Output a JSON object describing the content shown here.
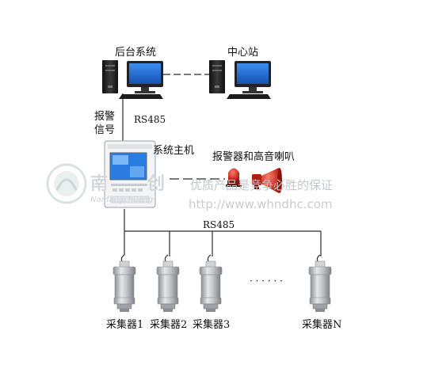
{
  "labels": {
    "backend_system": "后台系统",
    "center_station": "中心站",
    "alarm_signal": "报警信号",
    "rs485_top": "RS485",
    "system_host": "系统主机",
    "alarm_speaker": "报警器和高音喇叭",
    "rs485_bus": "RS485",
    "ellipsis": "· · · · · ·"
  },
  "collectors": [
    "采集器1",
    "采集器2",
    "采集器3",
    "采集器N"
  ],
  "watermark": {
    "brand": "南",
    "brand_tail": "创",
    "pinyin": "Nanfangchuang",
    "slogan": "优质产品是竞争必胜的保证",
    "url": "http://www.whndhc.com"
  },
  "colors": {
    "line": "#2b2b2b",
    "alarm_red": "#d62a1e",
    "screen_blue": "#1f6fd6",
    "steel": "#b9bcc0"
  }
}
